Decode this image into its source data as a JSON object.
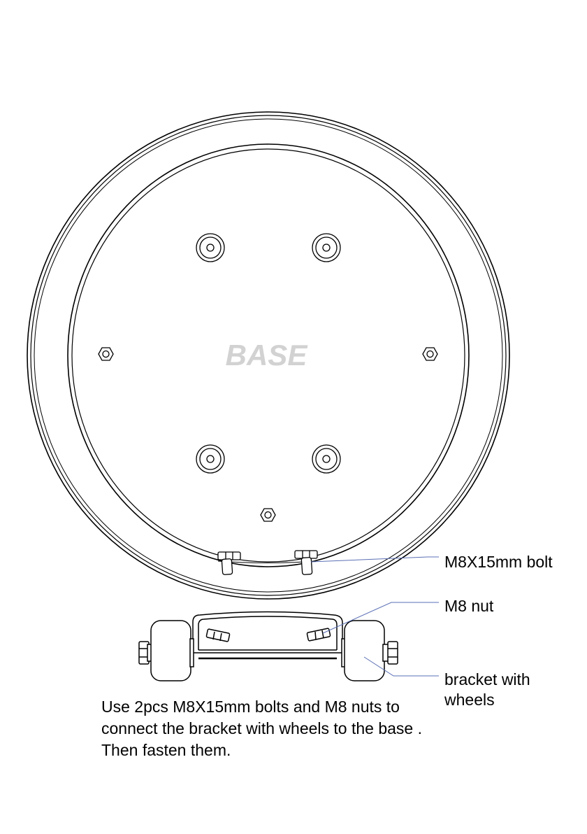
{
  "diagram": {
    "base_label": "BASE",
    "callouts": {
      "bolt": "M8X15mm bolt",
      "nut": "M8 nut",
      "bracket_line1": "bracket with",
      "bracket_line2": "wheels"
    },
    "leader_color": "#5a6fb4"
  },
  "instructions": {
    "line1": "Use 2pcs M8X15mm bolts and M8 nuts to",
    "line2": "connect the bracket with wheels to the base .",
    "line3": "Then fasten them."
  }
}
